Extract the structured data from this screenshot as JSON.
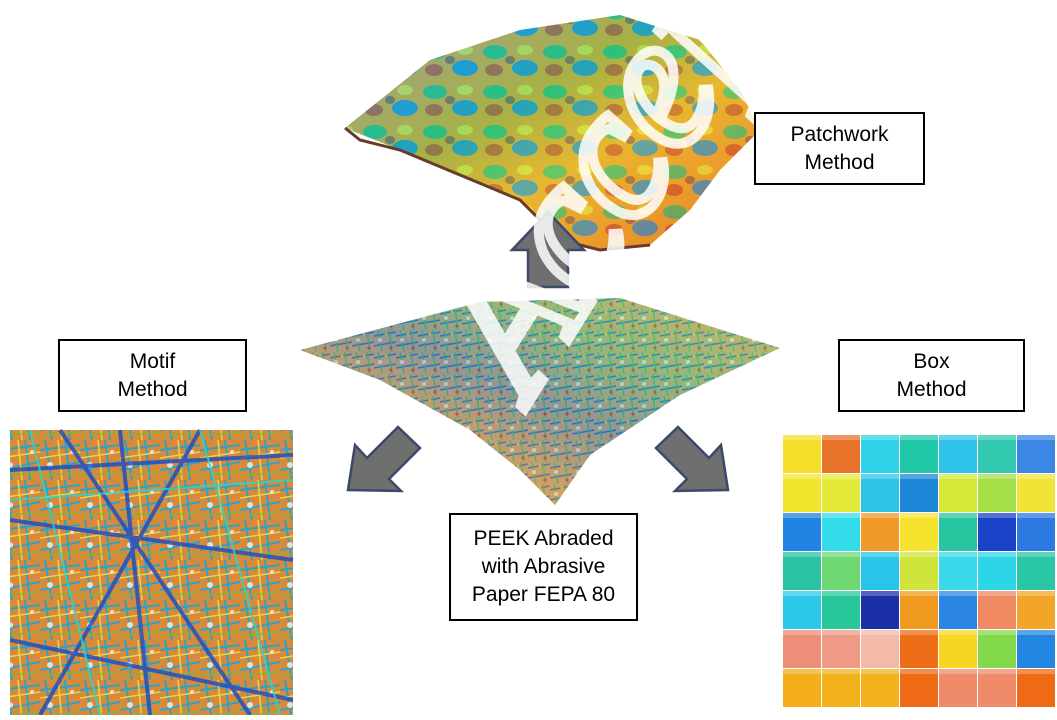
{
  "labels": {
    "patchwork": [
      "Patchwork",
      "Method"
    ],
    "motif": [
      "Motif",
      "Method"
    ],
    "box": [
      "Box",
      "Method"
    ],
    "center": [
      "PEEK Abraded",
      "with Abrasive",
      "Paper FEPA 80"
    ]
  },
  "watermark_text": "Accepted Manuscript",
  "colors": {
    "arrow_fill": "#6f6f6f",
    "arrow_stroke": "#3a4a6a",
    "label_border": "#000000",
    "watermark": "#ffffff"
  },
  "box_method_grid": [
    [
      "#f6df2a",
      "#e8732b",
      "#2fd3ea",
      "#22c9a8",
      "#2fc4ea",
      "#32c9b0",
      "#3a87e6"
    ],
    [
      "#f3e52e",
      "#e4ea3a",
      "#2ec4e6",
      "#1d86d8",
      "#d6e838",
      "#a6de48",
      "#f2e437"
    ],
    [
      "#1f84e3",
      "#34dce9",
      "#f09a2a",
      "#f6e32e",
      "#27c6a0",
      "#1b43c8",
      "#2d7ae2"
    ],
    [
      "#2ac2a0",
      "#6fd873",
      "#29c5e8",
      "#cfe53b",
      "#3ad8e8",
      "#2dd6e7",
      "#2ac7a7"
    ],
    [
      "#2ec8ea",
      "#28c79a",
      "#1b2fa8",
      "#f09b20",
      "#2b86e3",
      "#ef8a62",
      "#f3a52a"
    ],
    [
      "#ed8e78",
      "#ef9a86",
      "#f4b9a8",
      "#ee6d17",
      "#f6d622",
      "#83d94c",
      "#2286e0"
    ],
    [
      "#f4ae1c",
      "#f3b21c",
      "#f3b21c",
      "#ee6a15",
      "#ef8a6a",
      "#ef8a6a",
      "#ee6a15"
    ]
  ]
}
